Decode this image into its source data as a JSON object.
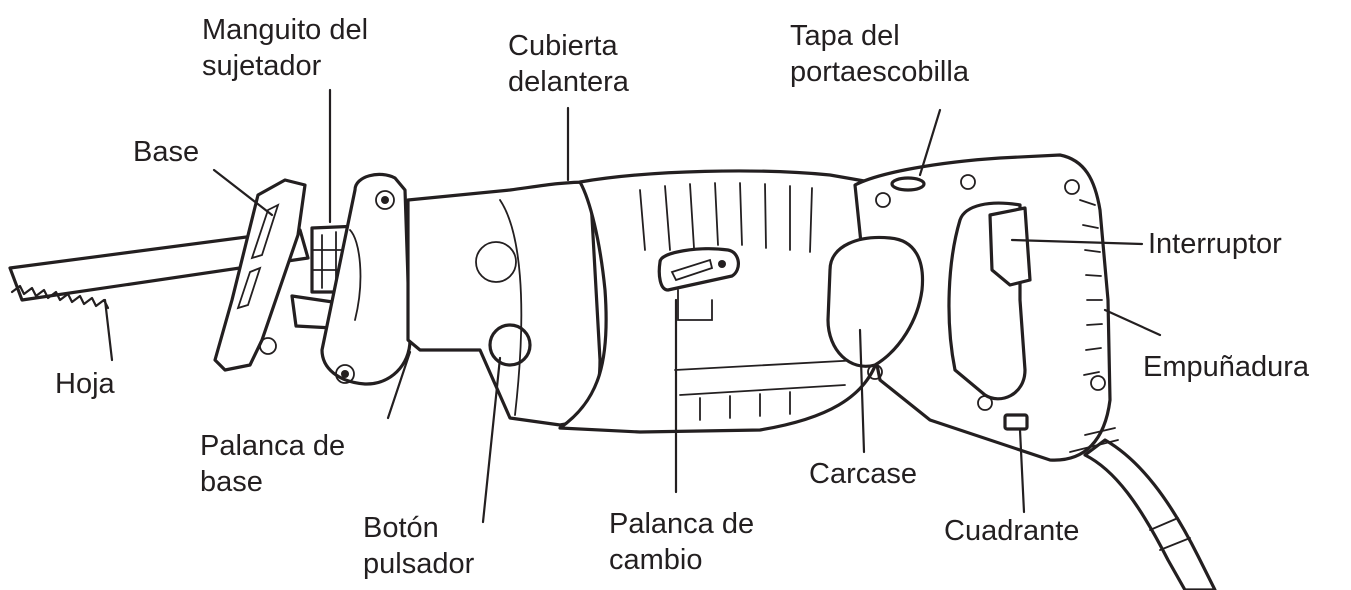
{
  "diagram": {
    "labels": {
      "manguito": [
        "Manguito del",
        "sujetador"
      ],
      "cubierta": [
        "Cubierta",
        "delantera"
      ],
      "tapa": [
        "Tapa del",
        "portaescobilla"
      ],
      "base": [
        "Base"
      ],
      "interruptor": [
        "Interruptor"
      ],
      "empunadura": [
        "Empuñadura"
      ],
      "hoja": [
        "Hoja"
      ],
      "palanca_base": [
        "Palanca de",
        "base"
      ],
      "boton": [
        "Botón",
        "pulsador"
      ],
      "palanca_cambio": [
        "Palanca de",
        "cambio"
      ],
      "carcase": [
        "Carcase"
      ],
      "cuadrante": [
        "Cuadrante"
      ]
    },
    "colors": {
      "ink": "#231f20",
      "background": "#ffffff"
    }
  }
}
